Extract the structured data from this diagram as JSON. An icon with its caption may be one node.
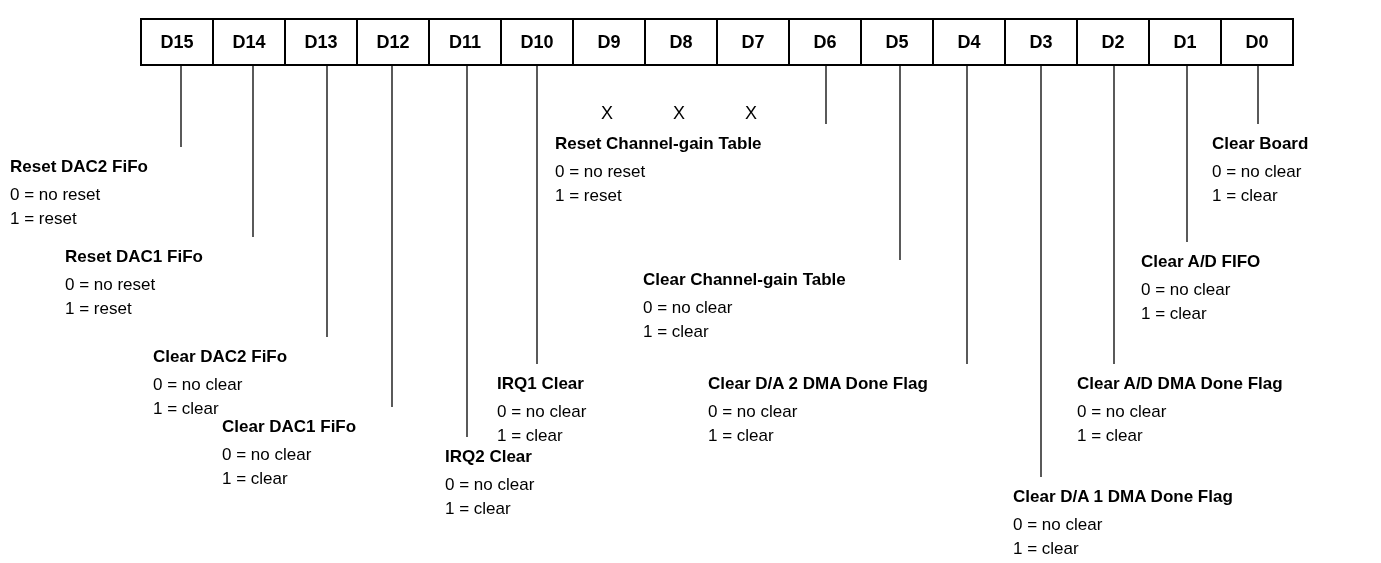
{
  "diagram": {
    "nodes": [
      {
        "text": [
          "D15"
        ]
      },
      {
        "text": [
          "D14"
        ]
      },
      {
        "text": [
          "D13"
        ]
      },
      {
        "text": [
          "D12"
        ]
      },
      {
        "text": [
          "D11"
        ]
      },
      {
        "text": [
          "D10"
        ]
      },
      {
        "text": [
          "D9"
        ]
      },
      {
        "text": [
          "D8"
        ]
      },
      {
        "text": [
          "D7"
        ]
      },
      {
        "text": [
          "D6"
        ]
      },
      {
        "text": [
          "D5"
        ]
      },
      {
        "text": [
          "D4"
        ]
      },
      {
        "text": [
          "D3"
        ]
      },
      {
        "text": [
          "D2"
        ]
      },
      {
        "text": [
          "D1"
        ]
      },
      {
        "text": [
          "D0"
        ]
      },
      {
        "text": [
          "Reset DAC2 FiFo",
          "0 = no reset",
          "1 = reset"
        ]
      },
      {
        "text": [
          "Reset DAC1 FiFo",
          "0 = no reset",
          "1 = reset"
        ]
      },
      {
        "text": [
          "Clear DAC2 FiFo",
          "0 = no clear",
          "1 = clear"
        ]
      },
      {
        "text": [
          "Clear DAC1 FiFo",
          "0 = no clear",
          "1 = clear"
        ]
      },
      {
        "text": [
          "IRQ2 Clear",
          "0 = no clear",
          "1 = clear"
        ]
      },
      {
        "text": [
          "IRQ1 Clear",
          "0 = no clear",
          "1 = clear"
        ]
      },
      {
        "text": [
          "Reset Channel-gain Table",
          "0 = no reset",
          "1 = reset"
        ]
      },
      {
        "text": [
          "Clear Channel-gain Table",
          "0 = no clear",
          "1 = clear"
        ]
      },
      {
        "text": [
          "Clear D/A 2 DMA Done Flag",
          "0 = no clear",
          "1 = clear"
        ]
      },
      {
        "text": [
          "Clear D/A 1 DMA Done Flag",
          "0 = no clear",
          "1 = clear"
        ]
      },
      {
        "text": [
          "Clear A/D DMA Done Flag",
          "0 = no clear",
          "1 = clear"
        ]
      },
      {
        "text": [
          "Clear A/D FIFO",
          "0 = no clear",
          "1 = clear"
        ]
      },
      {
        "text": [
          "Clear Board",
          "0 = no clear",
          "1 = clear"
        ]
      }
    ],
    "edges": [
      {
        "from": 0,
        "to": 16,
        "arrow": "none"
      },
      {
        "from": 1,
        "to": 17,
        "arrow": "none"
      },
      {
        "from": 2,
        "to": 18,
        "arrow": "none"
      },
      {
        "from": 3,
        "to": 19,
        "arrow": "none"
      },
      {
        "from": 4,
        "to": 20,
        "arrow": "none"
      },
      {
        "from": 5,
        "to": 21,
        "arrow": "none"
      },
      {
        "from": 9,
        "to": 22,
        "arrow": "none"
      },
      {
        "from": 10,
        "to": 23,
        "arrow": "none"
      },
      {
        "from": 11,
        "to": 24,
        "arrow": "none"
      },
      {
        "from": 12,
        "to": 25,
        "arrow": "none"
      },
      {
        "from": 13,
        "to": 26,
        "arrow": "none"
      },
      {
        "from": 14,
        "to": 27,
        "arrow": "none"
      },
      {
        "from": 15,
        "to": 28,
        "arrow": "none"
      }
    ],
    "labels": [
      "X",
      "X",
      "X"
    ]
  }
}
